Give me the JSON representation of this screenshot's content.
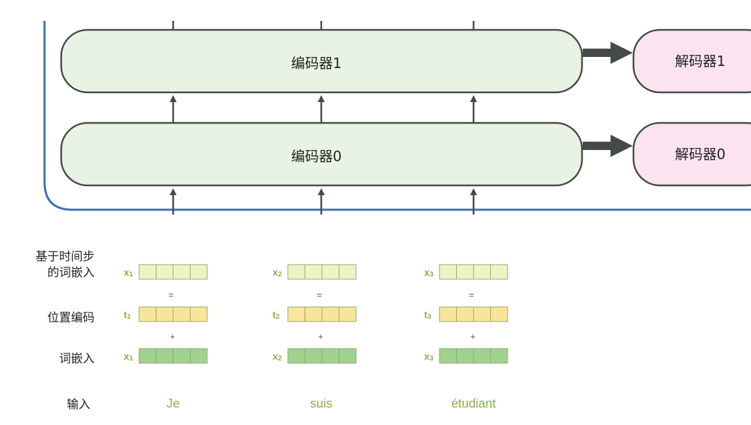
{
  "encoders": [
    {
      "label": "编码器1"
    },
    {
      "label": "编码器0"
    }
  ],
  "decoders": [
    {
      "label": "解码器1"
    },
    {
      "label": "解码器0"
    }
  ],
  "row_labels": {
    "time_step_embedding_line1": "基于时间步",
    "time_step_embedding_line2": "的词嵌入",
    "positional_encoding": "位置编码",
    "word_embedding": "词嵌入",
    "input": "输入"
  },
  "operators": {
    "equals": "=",
    "plus": "+"
  },
  "tokens": [
    {
      "word": "Je",
      "x_name": "x",
      "t_name": "t",
      "sub": "1"
    },
    {
      "word": "suis",
      "x_name": "x",
      "t_name": "t",
      "sub": "2"
    },
    {
      "word": "étudiant",
      "x_name": "x",
      "t_name": "t",
      "sub": "3"
    }
  ],
  "colors": {
    "encoder_fill": "#e8f3e4",
    "decoder_fill": "#fbe4ef",
    "box_stroke": "#454a48",
    "frame_stroke": "#3e6eb4",
    "arrow": "#454a48",
    "time_step_vector": "#eaf5c3",
    "positional_vector": "#f8e59a",
    "word_vector": "#9fd38f",
    "cell_stroke": "#9aa37e",
    "accent_text": "#8ab04a"
  }
}
